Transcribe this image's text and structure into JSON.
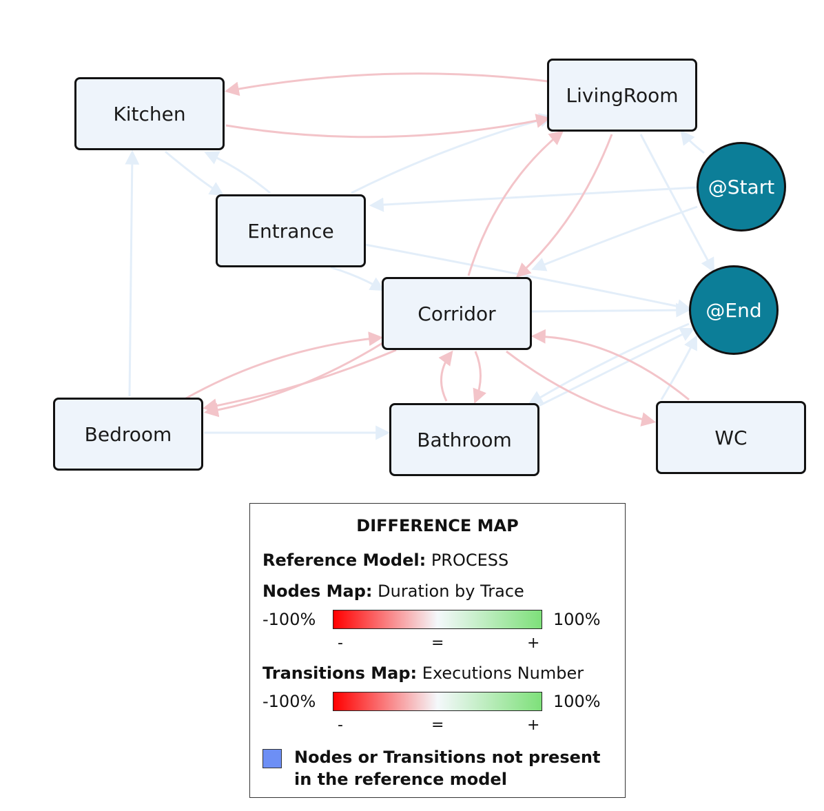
{
  "nodes": {
    "kitchen": "Kitchen",
    "livingroom": "LivingRoom",
    "entrance": "Entrance",
    "corridor": "Corridor",
    "bedroom": "Bedroom",
    "bathroom": "Bathroom",
    "wc": "WC",
    "start": "@Start",
    "end": "@End"
  },
  "colors": {
    "node_fill": "#eef4fb",
    "terminal_fill": "#0c7e98",
    "edge_red": "#f3c4c9",
    "edge_blue": "#e3eef9",
    "gradient_red": "#ff0000",
    "gradient_mid": "#f4f8fb",
    "gradient_green": "#7ee07a",
    "not_present": "#6d8ff5"
  },
  "legend": {
    "title": "DIFFERENCE MAP",
    "reference_label": "Reference Model:",
    "reference_value": "PROCESS",
    "nodes_map_label": "Nodes Map:",
    "nodes_map_value": "Duration by Trace",
    "transitions_map_label": "Transitions Map:",
    "transitions_map_value": "Executions Number",
    "min": "-100%",
    "max": "100%",
    "tick_minus": "-",
    "tick_equal": "=",
    "tick_plus": "+",
    "not_present_text": "Nodes or Transitions not present in the reference model"
  }
}
